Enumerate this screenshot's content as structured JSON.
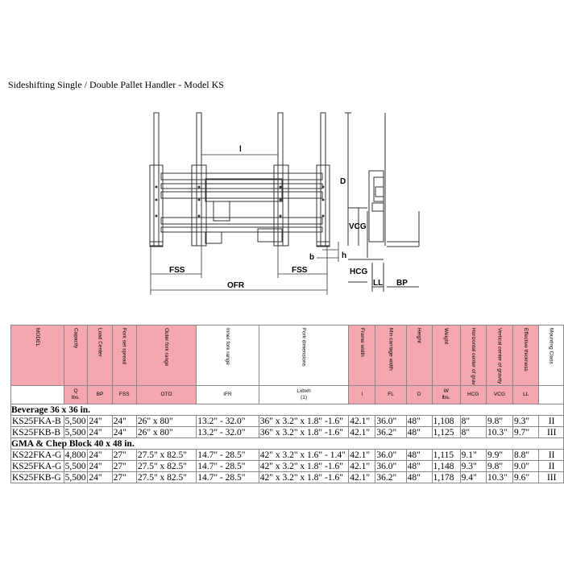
{
  "title": "Sideshifting Single / Double Pallet Handler - Model KS",
  "drawing_labels": {
    "l": "l",
    "D": "D",
    "VCG": "VCG",
    "b": "b",
    "h": "h",
    "FSS_left": "FSS",
    "FSS_right": "FSS",
    "OFR": "OFR",
    "HCG": "HCG",
    "LL": "LL",
    "BP": "BP"
  },
  "table": {
    "headers": [
      "MODEL",
      "Capacity",
      "Load Center",
      "Fork set spread",
      "Outer fork range",
      "Inner fork range",
      "Fork dimensions",
      "Frame width",
      "Min carriage width",
      "Height",
      "Weight",
      "Horizontal center of gravity",
      "Vertical center of gravity",
      "Effective thickness",
      "Mounting Class"
    ],
    "symbols": [
      "",
      "Q\nlbs.",
      "BP",
      "FSS",
      "OTO",
      "IFR",
      "Lxbxh\n(1)",
      "l",
      "FL",
      "D",
      "W\nlbs.",
      "HCG",
      "VCG",
      "LL",
      ""
    ],
    "groups": [
      {
        "name": "Beverage 36 x 36 in.",
        "rows": [
          [
            "KS25FKA-B",
            "5,500",
            "24\"",
            "24\"",
            "26\" x 80\"",
            "13.2\" - 32.0\"",
            "36\" x 3.2\" x 1.8\" -1.6\"",
            "42.1\"",
            "36.0\"",
            "48\"",
            "1,108",
            "8\"",
            "9.8\"",
            "9.3\"",
            "II"
          ],
          [
            "KS25FKB-B",
            "5,500",
            "24\"",
            "24\"",
            "26\" x 80\"",
            "13.2\" - 32.0\"",
            "36\" x 3.2\" x 1.8\" -1.6\"",
            "42.1\"",
            "36.2\"",
            "48\"",
            "1,125",
            "8\"",
            "10.3\"",
            "9.7\"",
            "III"
          ]
        ]
      },
      {
        "name": "GMA & Chep Block 40 x 48 in.",
        "rows": [
          [
            "KS22FKA-G",
            "4,800",
            "24\"",
            "27\"",
            "27.5\" x 82.5\"",
            "14.7\" - 28.5\"",
            "42\" x 3.2\" x 1.6\" - 1.4\"",
            "42.1\"",
            "36.0\"",
            "48\"",
            "1,115",
            "9.1\"",
            "9.9\"",
            "8.8\"",
            "II"
          ],
          [
            "KS25FKA-G",
            "5,500",
            "24\"",
            "27\"",
            "27.5\" x 82.5\"",
            "14.7\" - 28.5\"",
            "42\" x 3.2\" x 1.8\" -1.6\"",
            "42.1\"",
            "36.0\"",
            "48\"",
            "1,148",
            "9.3\"",
            "9.8\"",
            "9.0\"",
            "II"
          ],
          [
            "KS25FKB-G",
            "5,500",
            "24\"",
            "27\"",
            "27.5\" x 82.5\"",
            "14.7\" - 28.5\"",
            "42\" x 3.2\" x 1.8\" -1.6\"",
            "42.1\"",
            "36.2\"",
            "48\"",
            "1,178",
            "9.4\"",
            "10.3\"",
            "9.6\"",
            "III"
          ]
        ]
      }
    ]
  }
}
